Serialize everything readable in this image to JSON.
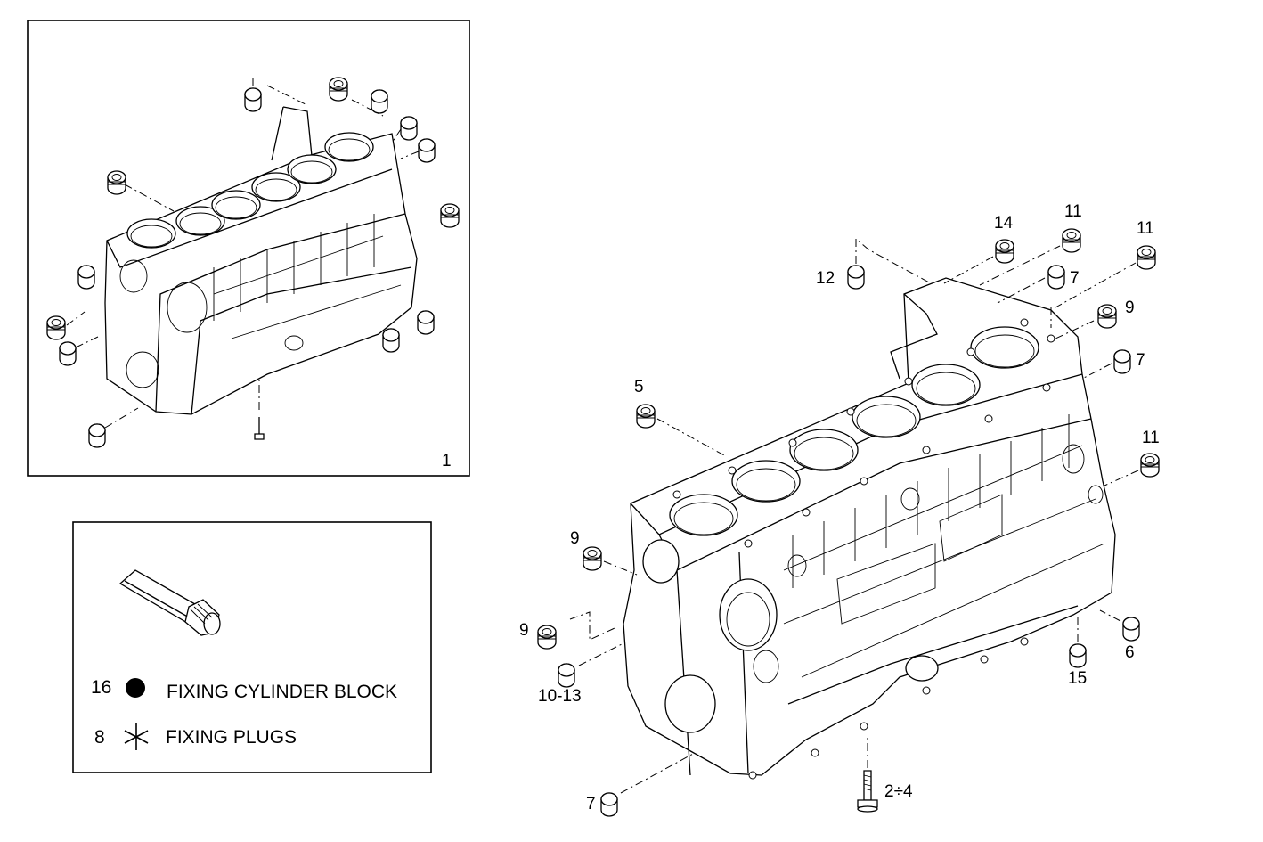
{
  "overview_panel": {
    "ref_number": "1"
  },
  "legend": {
    "items": [
      {
        "number": "16",
        "symbol": "filled-circle",
        "label": "FIXING CYLINDER BLOCK"
      },
      {
        "number": "8",
        "symbol": "asterisk",
        "label": "FIXING PLUGS"
      }
    ]
  },
  "callouts": {
    "c14": "14",
    "c11a": "11",
    "c11b": "11",
    "c12": "12",
    "c7a": "7",
    "c9a": "9",
    "c7b": "7",
    "c5": "5",
    "c11c": "11",
    "c9b": "9",
    "c9c": "9",
    "c10_13": "10-13",
    "c6": "6",
    "c15": "15",
    "c7c": "7",
    "c2_4": "2÷4"
  }
}
